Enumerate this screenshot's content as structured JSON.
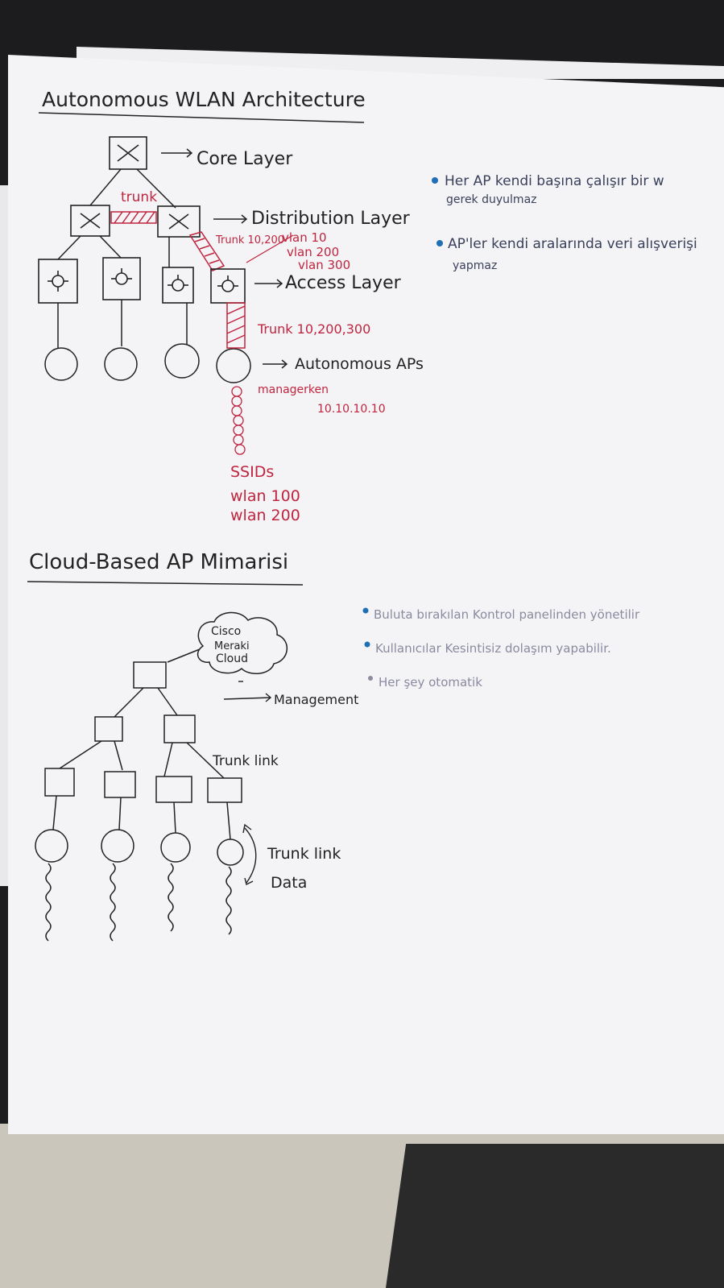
{
  "section1": {
    "title": "Autonomous WLAN Architecture",
    "labels": {
      "core": "Core Layer",
      "distribution": "Distribution Layer",
      "access": "Access Layer",
      "aps": "Autonomous APs"
    },
    "red": {
      "trunk_top": "trunk",
      "trunk_dist": "Trunk 10,200",
      "vlan10": "vlan 10",
      "vlan200": "vlan 200",
      "vlan300": "vlan 300",
      "trunk_ap": "Trunk 10,200,300",
      "manager": "managerken",
      "ip": "10.10.10.10",
      "ssids": "SSIDs",
      "wlan100": "wlan 100",
      "wlan200": "wlan 200"
    },
    "notes": [
      "Her AP kendi başına çalışır bir w",
      "gerek duyulmaz",
      "AP'ler kendi aralarında veri alışverişi",
      "yapmaz"
    ]
  },
  "section2": {
    "title": "Cloud-Based AP Mimarisi",
    "cloud": [
      "Cisco",
      "Meraki",
      "Cloud"
    ],
    "labels": {
      "management": "Management",
      "trunk_link": "Trunk link",
      "trunk_link2": "Trunk link",
      "data": "Data"
    },
    "notes": [
      "Buluta bırakılan Kontrol panelinden yönetilir",
      "Kullanıcılar Kesintisiz dolaşım yapabilir.",
      "Her şey otomatik"
    ]
  },
  "colors": {
    "ink": "#222222",
    "red_ink": "#c0243f",
    "blue_ink": "#3a3f5a",
    "paper": "#f4f4f6"
  }
}
